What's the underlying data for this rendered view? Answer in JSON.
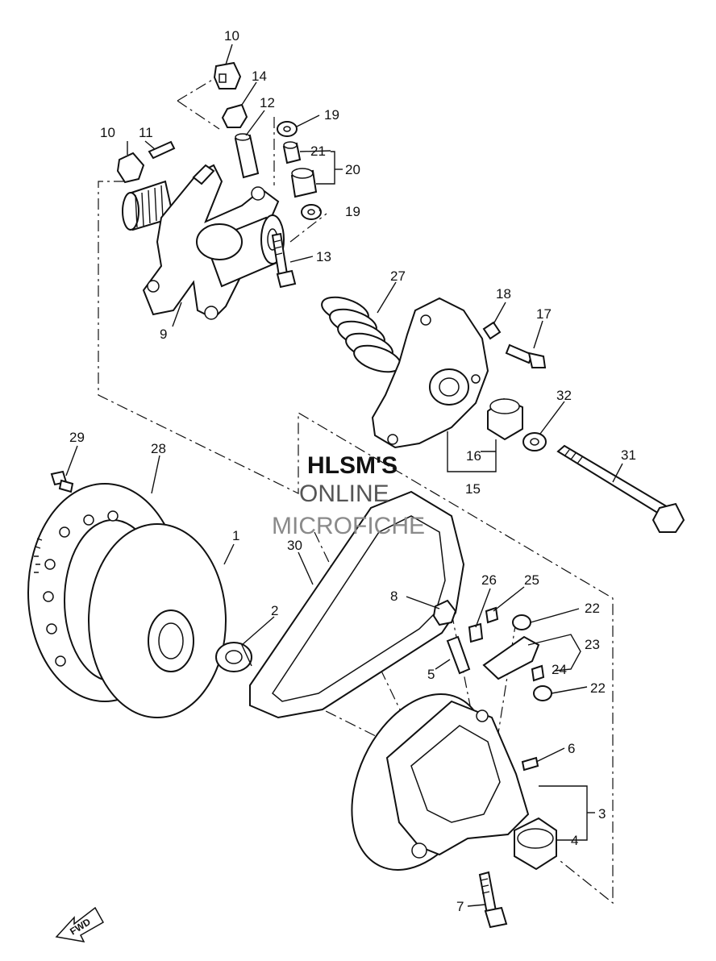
{
  "watermark": {
    "line1": "HLSM'S",
    "line2": "ONLINE",
    "line3": "MICROFICHE"
  },
  "fwd_label": "FWD",
  "callouts": {
    "p1": "1",
    "p2": "2",
    "p3": "3",
    "p4": "4",
    "p5": "5",
    "p6": "6",
    "p7": "7",
    "p8": "8",
    "p9": "9",
    "p10a": "10",
    "p10b": "10",
    "p11": "11",
    "p12": "12",
    "p13": "13",
    "p14": "14",
    "p15": "15",
    "p16": "16",
    "p17": "17",
    "p18": "18",
    "p19a": "19",
    "p19b": "19",
    "p20": "20",
    "p21": "21",
    "p22a": "22",
    "p22b": "22",
    "p23": "23",
    "p24": "24",
    "p25": "25",
    "p26": "26",
    "p27": "27",
    "p28": "28",
    "p29": "29",
    "p30": "30",
    "p31": "31",
    "p32": "32"
  }
}
